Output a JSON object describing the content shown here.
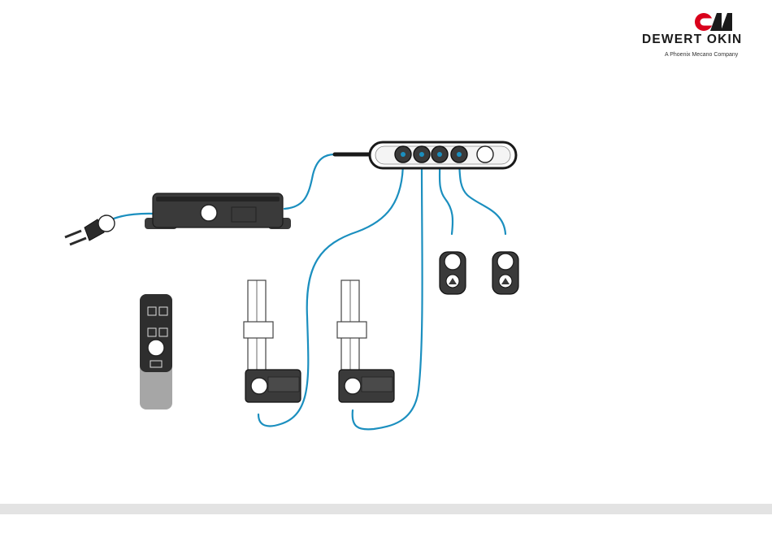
{
  "logo": {
    "brand": "DEWERT OKIN",
    "tagline": "A Phoenix Mecano Company",
    "brand_color": "#d9001b"
  },
  "colors": {
    "cable": "#1b8fbf",
    "device_dark": "#3a3a3a",
    "device_outline": "#1a1a1a",
    "remote_grey": "#a6a6a6",
    "footer_bar": "#e3e3e3"
  },
  "components": [
    {
      "id": "power-plug",
      "icon": "plug-icon"
    },
    {
      "id": "power-supply",
      "icon": "power-supply-icon"
    },
    {
      "id": "control-box",
      "icon": "control-box-icon",
      "sockets": 4
    },
    {
      "id": "handset",
      "icon": "remote-icon"
    },
    {
      "id": "actuator-1",
      "icon": "linear-actuator-icon"
    },
    {
      "id": "actuator-2",
      "icon": "linear-actuator-icon"
    },
    {
      "id": "hand-switch-1",
      "icon": "up-button-icon"
    },
    {
      "id": "hand-switch-2",
      "icon": "up-button-icon"
    }
  ]
}
